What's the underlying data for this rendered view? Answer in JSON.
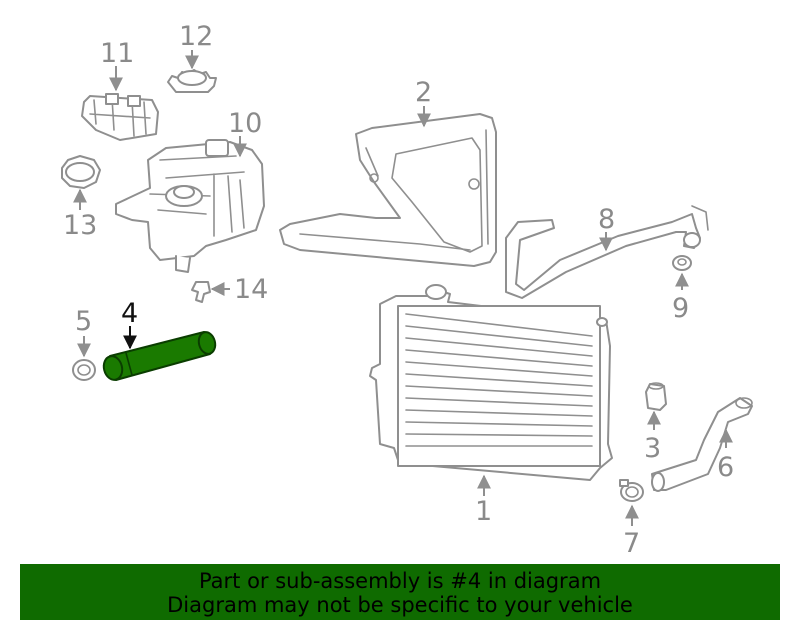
{
  "diagram": {
    "callouts": {
      "c1": "1",
      "c2": "2",
      "c3": "3",
      "c4": "4",
      "c5": "5",
      "c6": "6",
      "c7": "7",
      "c8": "8",
      "c9": "9",
      "c10": "10",
      "c11": "11",
      "c12": "12",
      "c13": "13",
      "c14": "14"
    },
    "highlight_color": "#1a7a00",
    "line_color": "#8f8f8f"
  },
  "banner": {
    "line1": "Part or sub-assembly is #4 in diagram",
    "line2": "Diagram may not be specific to your vehicle",
    "background": "#0f6b00"
  }
}
